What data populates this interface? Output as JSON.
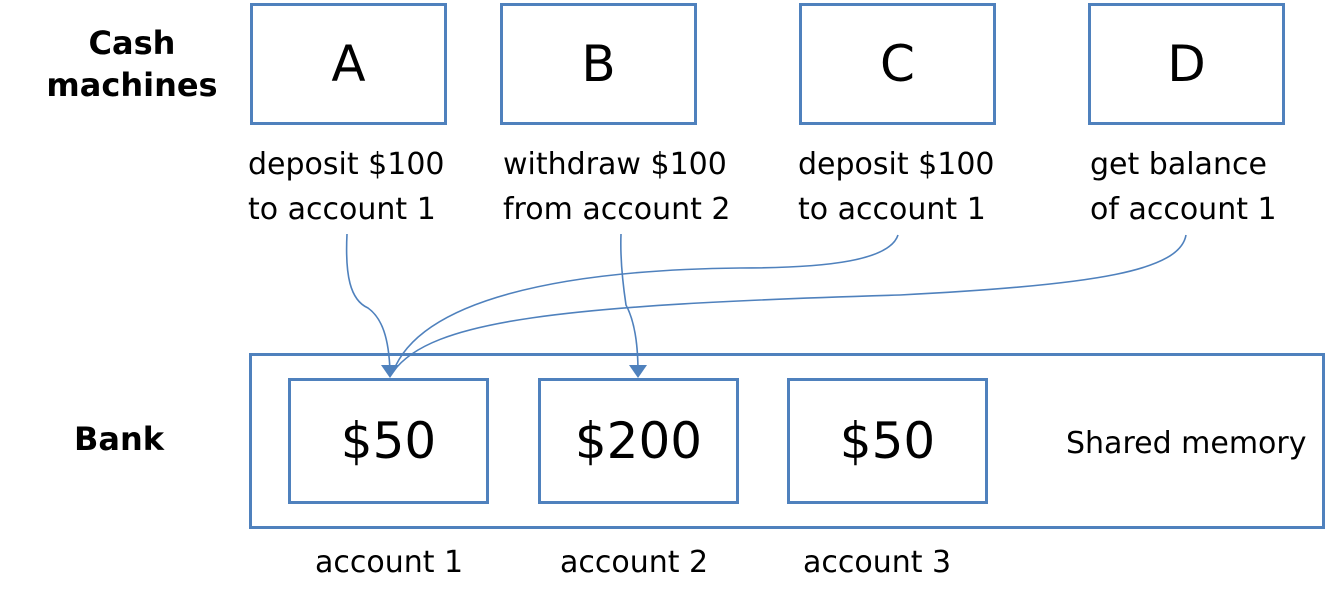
{
  "labels": {
    "cash_machines_line1": "Cash",
    "cash_machines_line2": "machines",
    "bank": "Bank"
  },
  "machines": [
    {
      "name": "A",
      "operation_line1": "deposit $100",
      "operation_line2": "to account 1"
    },
    {
      "name": "B",
      "operation_line1": "withdraw $100",
      "operation_line2": "from account 2"
    },
    {
      "name": "C",
      "operation_line1": "deposit $100",
      "operation_line2": "to account 1"
    },
    {
      "name": "D",
      "operation_line1": "get balance",
      "operation_line2": "of account 1"
    }
  ],
  "bank": {
    "shared_memory_label": "Shared memory",
    "accounts": [
      {
        "balance": "$50",
        "label": "account 1"
      },
      {
        "balance": "$200",
        "label": "account 2"
      },
      {
        "balance": "$50",
        "label": "account 3"
      }
    ]
  },
  "colors": {
    "box_border": "#4f81bd",
    "arrow": "#4f81bd"
  }
}
